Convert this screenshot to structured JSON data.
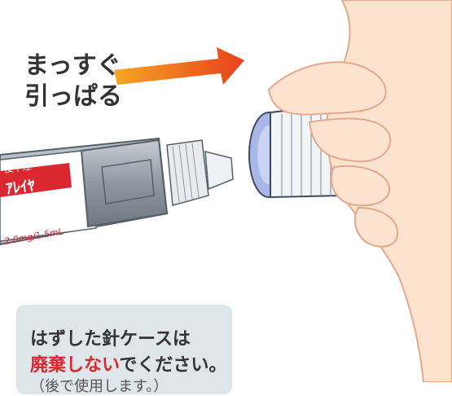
{
  "instruction": {
    "line1": "まっすぐ",
    "line2": "引っぱる"
  },
  "pen_label": {
    "brand_text": "ｱﾚｲﾔ",
    "dose_text": "2.0mg/1.5mL",
    "band_text": "皮下注"
  },
  "note": {
    "line1": "はずした針ケースは",
    "line2_highlight": "廃棄しない",
    "line2_rest": "でください。",
    "line3": "（後で使用します。）"
  },
  "colors": {
    "arrow_start": "#f6a623",
    "arrow_end": "#e8401c",
    "skin": "#fce3cf",
    "skin_outline": "#e3a98c",
    "pen_body": "#9aa3ab",
    "cap_blue": "#a9b7e8",
    "label_red": "#d9282f",
    "highlight": "#d9282f",
    "note_bg": "#dfe6ea"
  }
}
